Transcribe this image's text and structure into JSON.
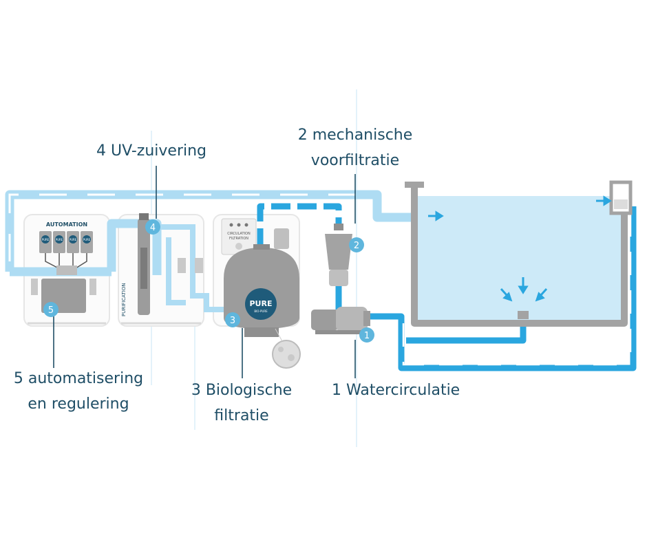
{
  "labels": {
    "uv": {
      "line1": "4 UV-zuivering"
    },
    "mech": {
      "line1": "2 mechanische",
      "line2": "voorfiltratie"
    },
    "auto": {
      "line1": "5 automatisering",
      "line2": "en regulering"
    },
    "bio": {
      "line1": "3 Biologische",
      "line2": "filtratie"
    },
    "water": {
      "line1": "1 Watercirculatie"
    }
  },
  "badges": [
    "1",
    "2",
    "3",
    "4",
    "5"
  ],
  "panels": {
    "automation": "AUTOMATION",
    "purification": "PURIFICATION",
    "circulation_line1": "CIRCULATION",
    "circulation_line2": "FILTRATION"
  },
  "brand": {
    "name": "PURE",
    "sub": "BIO-PURE"
  },
  "unit_brand": "PURE",
  "colors": {
    "pipe_light": "#aedcf3",
    "pipe_blue": "#2aa6df",
    "pool_water": "#cdeaf8",
    "device_gray": "#9c9c9c",
    "badge": "#5fb6dd",
    "label_text": "#1f4e66"
  }
}
